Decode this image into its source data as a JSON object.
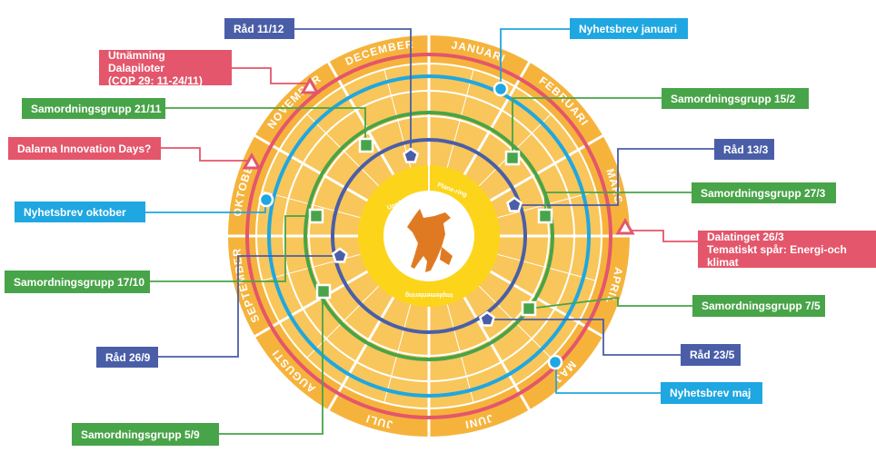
{
  "wheel": {
    "months": [
      "JANUARI",
      "FEBRUARI",
      "MARS",
      "APRIL",
      "MAJ",
      "JUNI",
      "JULI",
      "AUGUSTI",
      "SEPTEMBER",
      "OKTOBER",
      "NOVEMBER",
      "DECEMBER"
    ],
    "center_top_left": "Uppföljning",
    "center_top_right": "Plane-ring",
    "center_bottom": "Implementering",
    "center_icon": "fox-icon"
  },
  "colors": {
    "wheel_fill": "#f6b33c",
    "wheel_inner": "#f8c65a",
    "wheel_lines": "#ffffff",
    "center_ring": "#fcd51b",
    "center_disc": "#ffffff",
    "fox": "#e07a22",
    "rad": "#4a5ea8",
    "nyhetsbrev": "#1fa7e1",
    "samordning": "#48a448",
    "event": "#e4566b"
  },
  "labels": [
    {
      "id": "rad-11-12",
      "text": "Råd 11/12",
      "cat": "rad"
    },
    {
      "id": "nyhetsbrev-januari",
      "text": "Nyhetsbrev januari",
      "cat": "nyhetsbrev"
    },
    {
      "id": "utnamning",
      "text": "Utnämning Dalapiloter\n(COP 29: 11-24/11)",
      "cat": "event"
    },
    {
      "id": "samordning-15-2",
      "text": "Samordningsgrupp 15/2",
      "cat": "samordning"
    },
    {
      "id": "samordning-21-11",
      "text": "Samordningsgrupp 21/11",
      "cat": "samordning"
    },
    {
      "id": "rad-13-3",
      "text": "Råd 13/3",
      "cat": "rad"
    },
    {
      "id": "innovation-days",
      "text": "Dalarna Innovation Days?",
      "cat": "event"
    },
    {
      "id": "samordning-27-3",
      "text": "Samordningsgrupp 27/3",
      "cat": "samordning"
    },
    {
      "id": "nyhetsbrev-oktober",
      "text": "Nyhetsbrev oktober",
      "cat": "nyhetsbrev"
    },
    {
      "id": "dalatinget",
      "text": "Dalatinget 26/3\nTematiskt spår: Energi-och klimat",
      "cat": "event"
    },
    {
      "id": "samordning-17-10",
      "text": "Samordningsgrupp 17/10",
      "cat": "samordning"
    },
    {
      "id": "samordning-7-5",
      "text": "Samordningsgrupp 7/5",
      "cat": "samordning"
    },
    {
      "id": "rad-26-9",
      "text": "Råd 26/9",
      "cat": "rad"
    },
    {
      "id": "rad-23-5",
      "text": "Råd 23/5",
      "cat": "rad"
    },
    {
      "id": "nyhetsbrev-maj",
      "text": "Nyhetsbrev maj",
      "cat": "nyhetsbrev"
    },
    {
      "id": "samordning-5-9",
      "text": "Samordningsgrupp 5/9",
      "cat": "samordning"
    }
  ]
}
